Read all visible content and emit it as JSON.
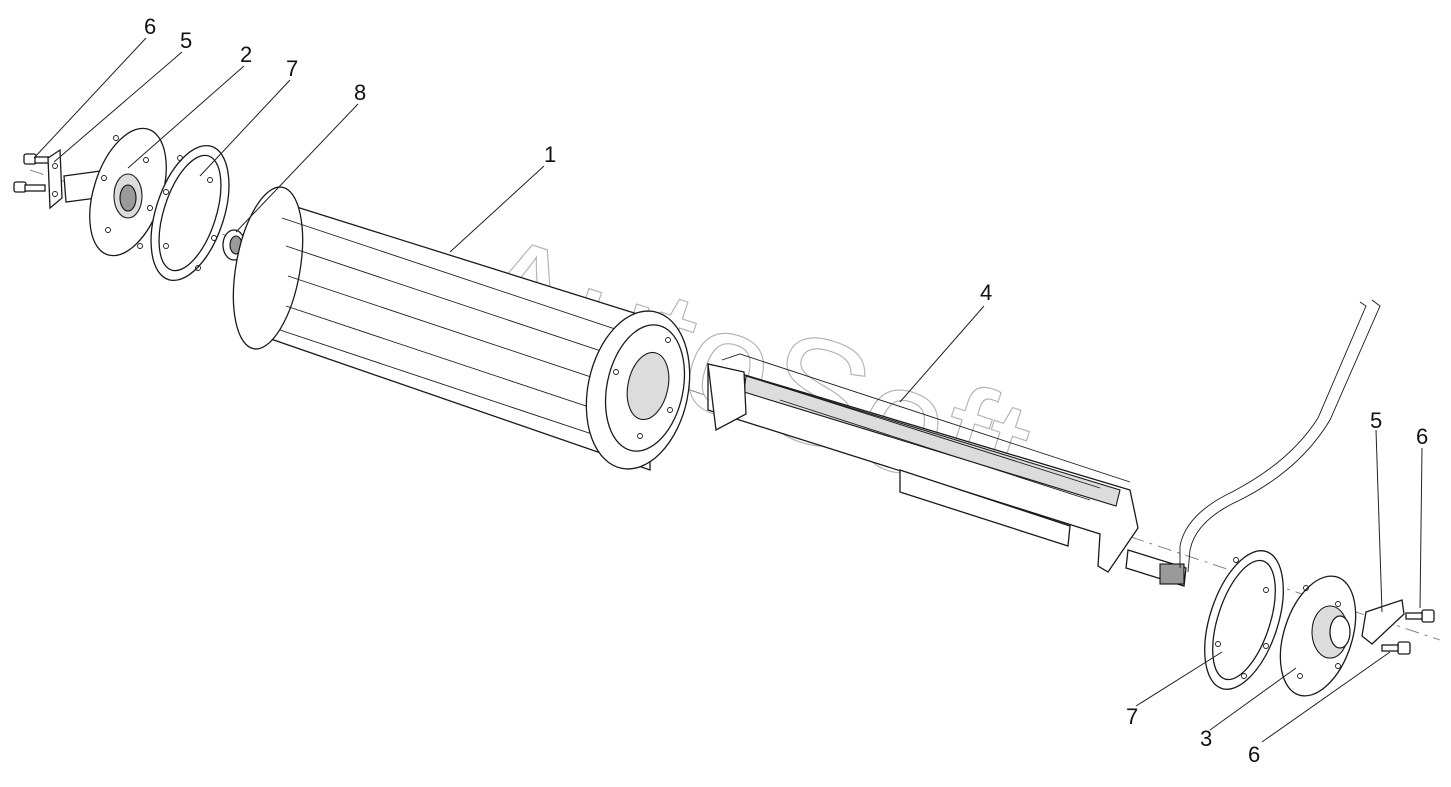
{
  "watermark": "AutoSoft",
  "callouts": {
    "c1": "1",
    "c2": "2",
    "c3": "3",
    "c4": "4",
    "c5_left": "5",
    "c5_right": "5",
    "c6_left": "6",
    "c6_right_top": "6",
    "c6_right_bottom": "6",
    "c7_left": "7",
    "c7_right": "7",
    "c8": "8"
  }
}
